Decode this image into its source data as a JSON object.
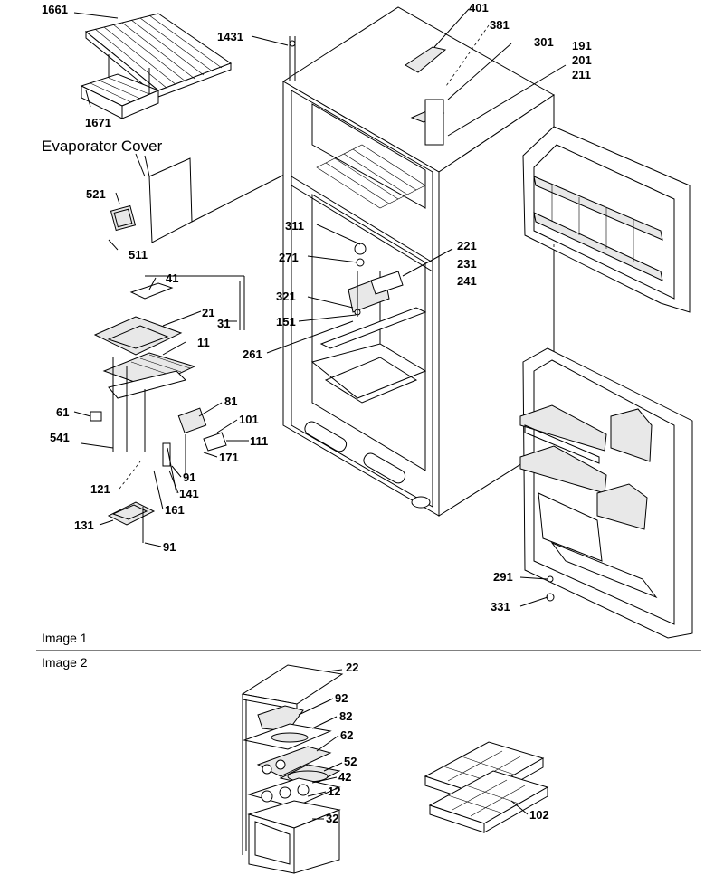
{
  "captions": {
    "image1": "Image 1",
    "image2": "Image 2",
    "evaporator_cover": "Evaporator Cover"
  },
  "labels": {
    "p1661": "1661",
    "p1671": "1671",
    "p1431": "1431",
    "p401": "401",
    "p381": "381",
    "p301": "301",
    "p191": "191",
    "p201": "201",
    "p211": "211",
    "p521": "521",
    "p511": "511",
    "p311": "311",
    "p271": "271",
    "p221": "221",
    "p231": "231",
    "p241": "241",
    "p41": "41",
    "p21": "21",
    "p31": "31",
    "p321": "321",
    "p151": "151",
    "p261": "261",
    "p11": "11",
    "p61": "61",
    "p541": "541",
    "p81": "81",
    "p101": "101",
    "p111": "111",
    "p171": "171",
    "p91a": "91",
    "p121": "121",
    "p141": "141",
    "p161": "161",
    "p131": "131",
    "p91b": "91",
    "p291": "291",
    "p331": "331",
    "p22": "22",
    "p92": "92",
    "p82": "82",
    "p62": "62",
    "p52": "52",
    "p42": "42",
    "p12": "12",
    "p32": "32",
    "p102": "102"
  }
}
